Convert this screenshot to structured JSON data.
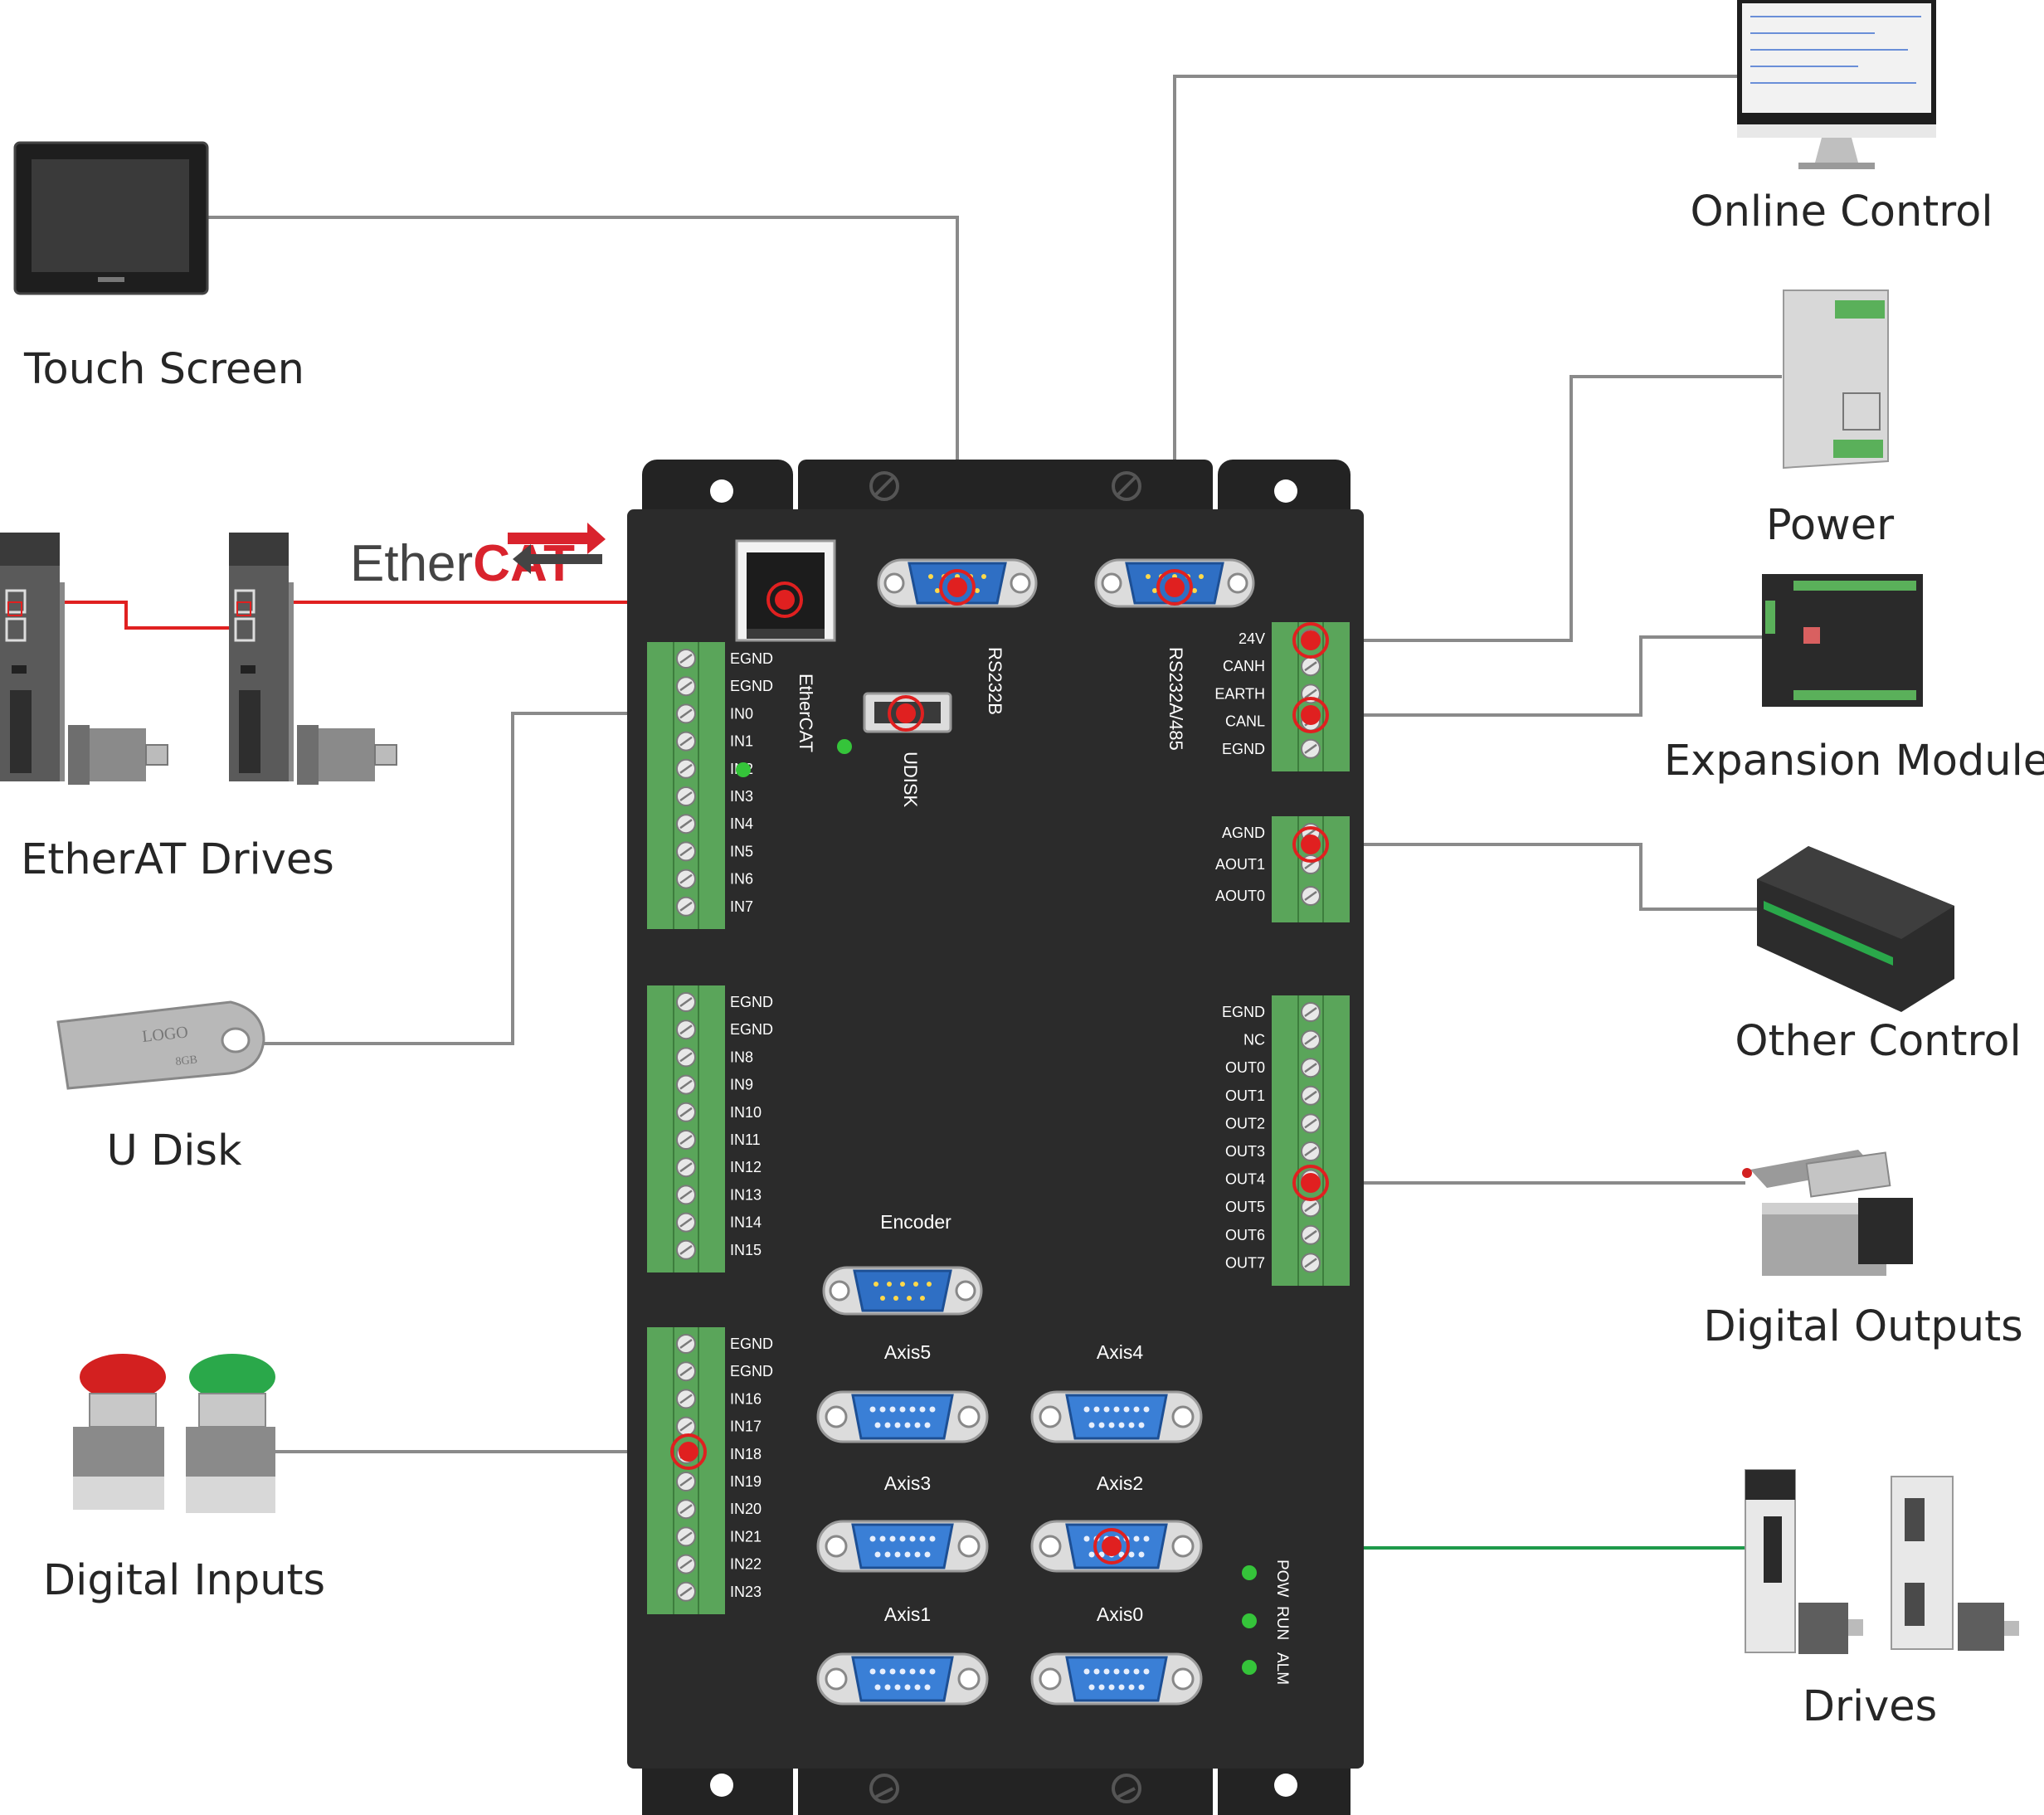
{
  "devices": {
    "touch_screen": "Touch Screen",
    "ethercat_drives": "EtherAT Drives",
    "u_disk": "U Disk",
    "digital_inputs": "Digital Inputs",
    "online_control": "Online Control",
    "power": "Power",
    "expansion_module": "Expansion  Module",
    "other_control": "Other  Control",
    "digital_outputs": "Digital  Outputs",
    "drives": "Drives"
  },
  "logos": {
    "ethercat_brand": "EtherCAT",
    "usb_logo": "LOGO",
    "usb_capacity": "8GB"
  },
  "controller": {
    "ports": {
      "ethercat": "EtherCAT",
      "udisk": "UDISK",
      "rs232b": "RS232B",
      "rs232a485": "RS232A/485",
      "encoder": "Encoder",
      "axis5": "Axis5",
      "axis4": "Axis4",
      "axis3": "Axis3",
      "axis2": "Axis2",
      "axis1": "Axis1",
      "axis0": "Axis0"
    },
    "leds": [
      "POW",
      "RUN",
      "ALM"
    ],
    "input_block_1": [
      "EGND",
      "EGND",
      "IN0",
      "IN1",
      "IN2",
      "IN3",
      "IN4",
      "IN5",
      "IN6",
      "IN7"
    ],
    "input_block_2": [
      "EGND",
      "EGND",
      "IN8",
      "IN9",
      "IN10",
      "IN11",
      "IN12",
      "IN13",
      "IN14",
      "IN15"
    ],
    "input_block_3": [
      "EGND",
      "EGND",
      "IN16",
      "IN17",
      "IN18",
      "IN19",
      "IN20",
      "IN21",
      "IN22",
      "IN23"
    ],
    "power_block": [
      "24V",
      "CANH",
      "EARTH",
      "CANL",
      "EGND"
    ],
    "analog_block": [
      "AGND",
      "AOUT1",
      "AOUT0"
    ],
    "output_block": [
      "EGND",
      "NC",
      "OUT0",
      "OUT1",
      "OUT2",
      "OUT3",
      "OUT4",
      "OUT5",
      "OUT6",
      "OUT7"
    ]
  },
  "colors": {
    "panel": "#2b2b2b",
    "terminal_green": "#5aa55a",
    "connection_red": "#e02020",
    "wire_gray": "#8a8a8a",
    "wire_green": "#1e9a4a",
    "wire_red": "#e02020",
    "db9_blue": "#2f6fc4"
  }
}
